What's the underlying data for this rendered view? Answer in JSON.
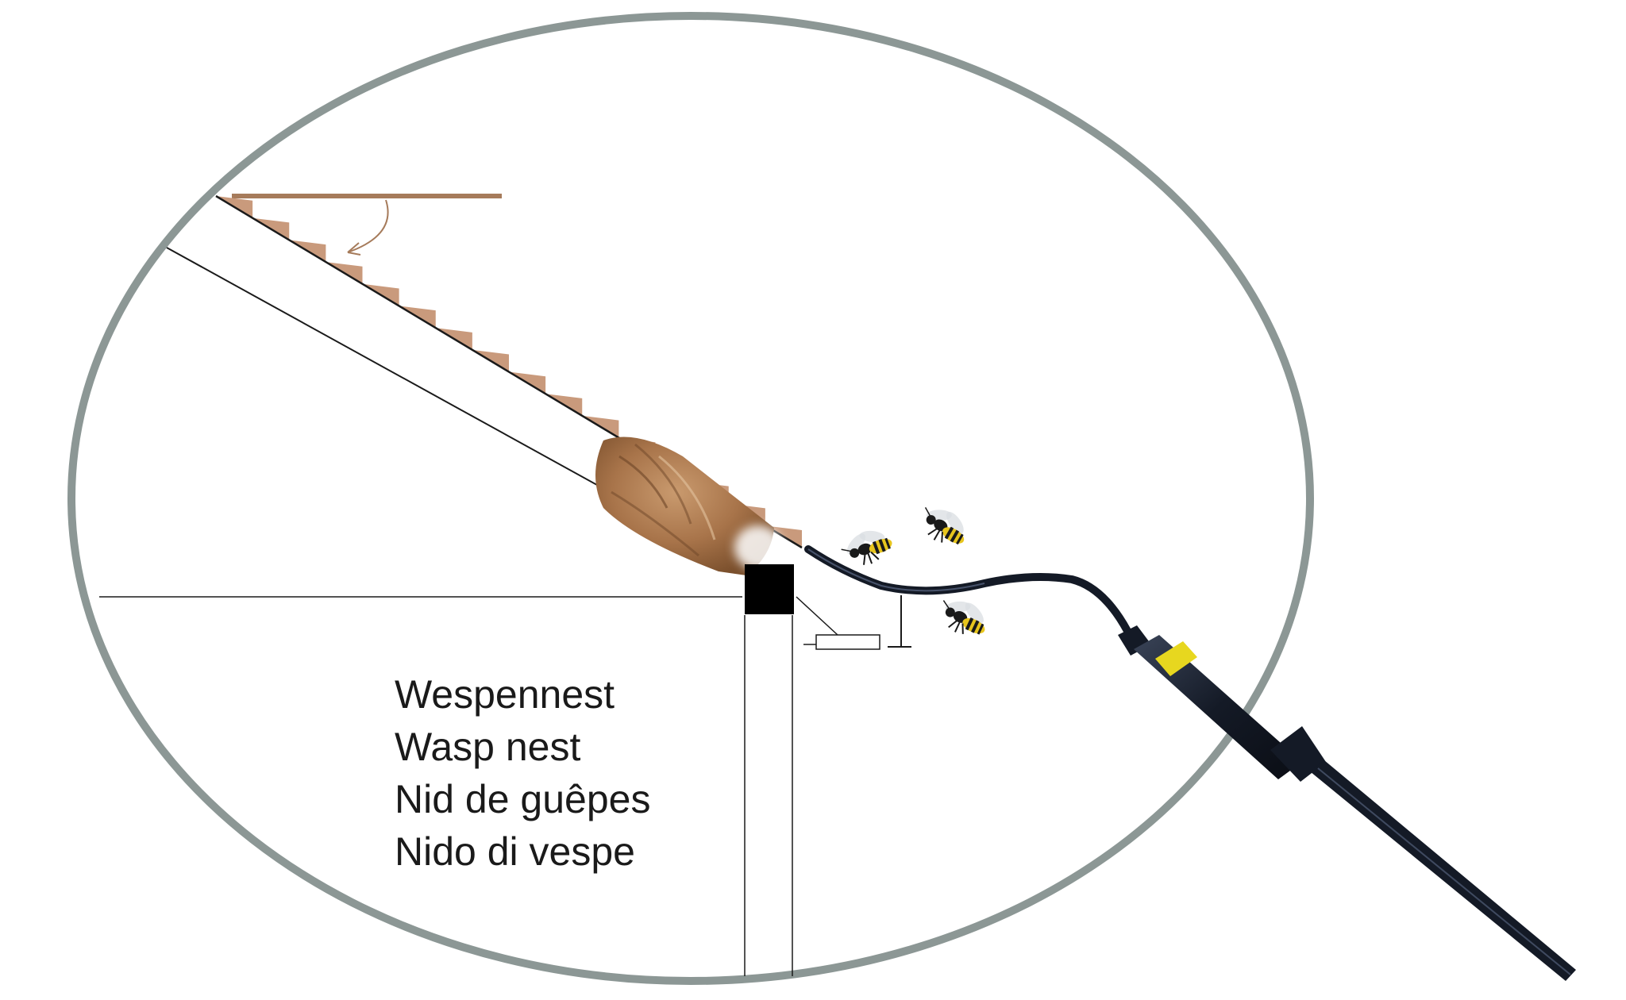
{
  "labels": {
    "de": "Wespennest",
    "en": "Wasp nest",
    "fr": "Nid de guêpes",
    "it": "Nido di vespe"
  },
  "icons": {
    "nest": "wasp-nest-icon",
    "wasp": "wasp-icon",
    "lance": "spray-lance-icon",
    "beam": "beam-block-icon"
  },
  "colors": {
    "circle": "#8c9795",
    "tile": "#c99a7c",
    "rafter_board": "#a67b5b",
    "nest": "#a8744a",
    "lance": "#141a26",
    "lance_band": "#e7d71f",
    "line": "#1a1a1a"
  }
}
